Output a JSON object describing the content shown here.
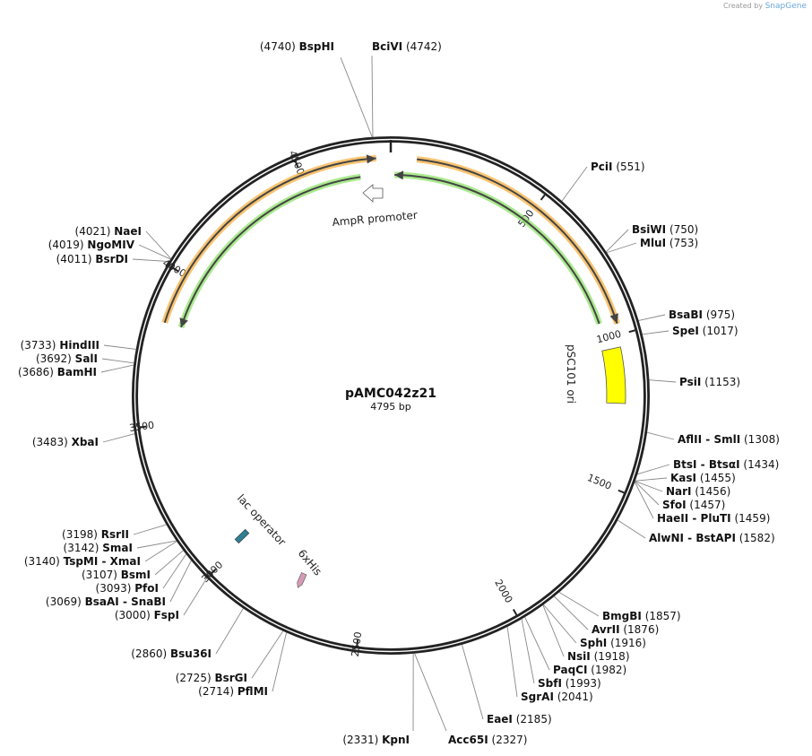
{
  "credit": {
    "prefix": "Created by",
    "brand": "SnapGene"
  },
  "plasmid": {
    "name": "pAMC042z21",
    "length_label": "4795 bp",
    "length": 4795
  },
  "ticks": [
    "500",
    "1000",
    "1500",
    "2000",
    "2500",
    "3000",
    "3500",
    "4000",
    "4500"
  ],
  "colors": {
    "backbone": "#222222",
    "orange_feature": "#f5b041",
    "green_feature": "#8fe36b",
    "ori": "#ffff00",
    "lac_operator": "#2e7f93",
    "his_tag": "#d49ab6"
  },
  "features": [
    {
      "label": "AmpR promoter",
      "type": "promoter",
      "icon": "promoter-arrow-icon",
      "direction": "reverse"
    },
    {
      "label": "pSC101 ori",
      "type": "rep_origin",
      "start": 1040,
      "end": 1225
    },
    {
      "label": "lac operator",
      "type": "protein_bind",
      "pos": 3020
    },
    {
      "label": "6xHis",
      "type": "tag",
      "pos": 2745,
      "direction": "reverse"
    }
  ],
  "arcs": [
    {
      "color": "orange",
      "start": 3834,
      "end": 4748,
      "direction": "forward"
    },
    {
      "color": "orange",
      "start": 84,
      "end": 964,
      "direction": "forward"
    },
    {
      "color": "green",
      "start": 13,
      "end": 946,
      "direction": "reverse"
    },
    {
      "color": "green",
      "start": 3836,
      "end": 4690,
      "direction": "reverse"
    }
  ],
  "enzymes": [
    {
      "name": "BspHI",
      "pos": "4740"
    },
    {
      "name": "BciVI",
      "pos": "4742"
    },
    {
      "name": "PciI",
      "pos": "551"
    },
    {
      "name": "BsiWI",
      "pos": "750"
    },
    {
      "name": "MluI",
      "pos": "753"
    },
    {
      "name": "BsaBI",
      "pos": "975"
    },
    {
      "name": "SpeI",
      "pos": "1017"
    },
    {
      "name": "PsiI",
      "pos": "1153"
    },
    {
      "name": "AflII  - SmlI",
      "pos": "1308"
    },
    {
      "name": "BtsI  - BtsαI",
      "pos": "1434"
    },
    {
      "name": "KasI",
      "pos": "1455"
    },
    {
      "name": "NarI",
      "pos": "1456"
    },
    {
      "name": "SfoI",
      "pos": "1457"
    },
    {
      "name": "HaeII  - PluTI",
      "pos": "1459"
    },
    {
      "name": "AlwNI  - BstAPI",
      "pos": "1582"
    },
    {
      "name": "BmgBI",
      "pos": "1857"
    },
    {
      "name": "AvrII",
      "pos": "1876"
    },
    {
      "name": "SphI",
      "pos": "1916"
    },
    {
      "name": "NsiI",
      "pos": "1918"
    },
    {
      "name": "PaqCI",
      "pos": "1982"
    },
    {
      "name": "SbfI",
      "pos": "1993"
    },
    {
      "name": "SgrAI",
      "pos": "2041"
    },
    {
      "name": "EaeI",
      "pos": "2185"
    },
    {
      "name": "Acc65I",
      "pos": "2327"
    },
    {
      "name": "KpnI",
      "pos": "2331"
    },
    {
      "name": "PflMI",
      "pos": "2714"
    },
    {
      "name": "BsrGI",
      "pos": "2725"
    },
    {
      "name": "Bsu36I",
      "pos": "2860"
    },
    {
      "name": "FspI",
      "pos": "3000"
    },
    {
      "name": "BsaAI  - SnaBI",
      "pos": "3069"
    },
    {
      "name": "PfoI",
      "pos": "3093"
    },
    {
      "name": "BsmI",
      "pos": "3107"
    },
    {
      "name": "TspMI  - XmaI",
      "pos": "3140"
    },
    {
      "name": "SmaI",
      "pos": "3142"
    },
    {
      "name": "RsrII",
      "pos": "3198"
    },
    {
      "name": "XbaI",
      "pos": "3483"
    },
    {
      "name": "BamHI",
      "pos": "3686"
    },
    {
      "name": "SalI",
      "pos": "3692"
    },
    {
      "name": "HindIII",
      "pos": "3733"
    },
    {
      "name": "BsrDI",
      "pos": "4011"
    },
    {
      "name": "NgoMIV",
      "pos": "4019"
    },
    {
      "name": "NaeI",
      "pos": "4021"
    }
  ]
}
